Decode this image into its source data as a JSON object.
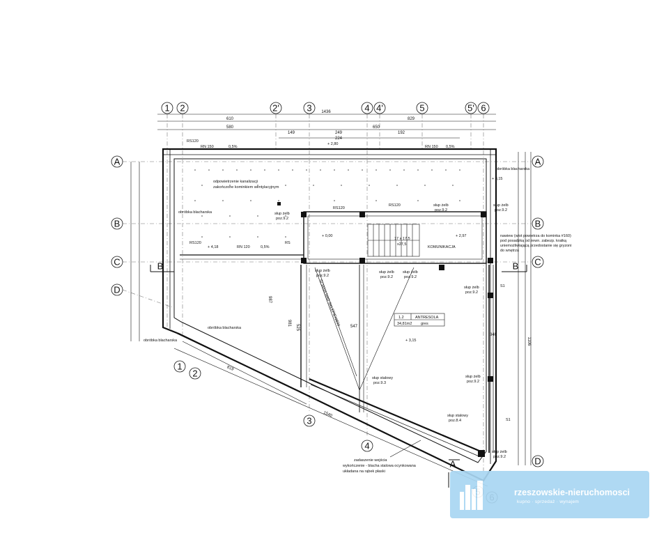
{
  "grid": {
    "top": [
      "1",
      "2",
      "2'",
      "3",
      "4",
      "4'",
      "5",
      "5'",
      "6"
    ],
    "left": [
      "A",
      "B",
      "C",
      "D"
    ],
    "right": [
      "A",
      "B",
      "C",
      "D"
    ],
    "bottom": [
      "1",
      "2",
      "3",
      "4",
      "5",
      "6"
    ]
  },
  "dims": {
    "overall": "1436",
    "d610": "610",
    "d829": "829",
    "d580": "580",
    "d650": "650",
    "d149": "149",
    "d249": "249",
    "d192": "192",
    "d224": "224",
    "d1540": "1540",
    "d819": "819",
    "d1106": "1106",
    "d547": "547",
    "d987": "987",
    "d981": "981",
    "d525": "525",
    "d340": "340"
  },
  "elevations": {
    "e280": "+ 2,80",
    "e000": "+ 0,00",
    "e418": "+ 4,18",
    "e297": "+ 2,97",
    "e315": "+ 3,15",
    "e315b": "+ 3,15"
  },
  "labels": {
    "rs120": "RS120",
    "rn150": "RN 150",
    "rn120": "RN 120",
    "slope": "0,5%",
    "odpowietrzenie": "odpowietrzenie kanalizacji",
    "zakonczone": "zakończone kominkiem wentylacyjnym",
    "obrobka": "obróbka blacharska",
    "nawiew1": "nawiew (wlot powietrza do kominka #160)",
    "nawiew2": "pod posadzką od zewn. zabezp. kratką",
    "nawiew3": "uniemożliwiającą przedostanie się gryzoni",
    "nawiew4": "do wnętrza",
    "slup": "słup żelb",
    "slup_stalowy": "słup stalowy",
    "poz92": "poz.9.2",
    "poz93": "poz.9.3",
    "poz84": "poz.8.4",
    "schody": "17 x 17,5",
    "schody2": "x27,5",
    "komunikacja": "KOMUNIKACJA",
    "room_no": "1.2",
    "room_name": "ANTRESOLA",
    "room_area": "34,81m2",
    "room_floor": "gres",
    "zadaszenie1": "zadaszenie wejścia",
    "zadaszenie2": "wykończenie - blacha stalowa ocynkowana",
    "zadaszenie3": "układana na rąbek płaski",
    "section": "B",
    "section_a": "A",
    "rs": "RS",
    "m1": "S1",
    "diag_note": "ŚCIANA NAD SKLEPIENIEM"
  },
  "watermark": {
    "title": "rzeszowskie-nieruchomosci",
    "subtitle": "kupno · sprzedaż · wynajem"
  }
}
